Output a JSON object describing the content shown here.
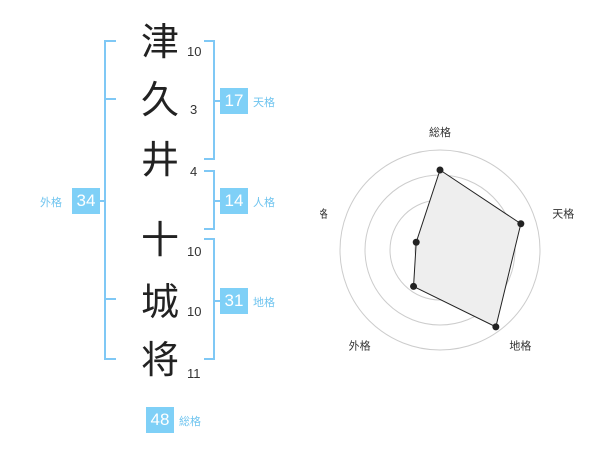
{
  "name": {
    "surname": [
      {
        "char": "津",
        "strokes": "10"
      },
      {
        "char": "久",
        "strokes": "3"
      },
      {
        "char": "井",
        "strokes": "4"
      }
    ],
    "given": [
      {
        "char": "十",
        "strokes": "10"
      },
      {
        "char": "城",
        "strokes": "10"
      },
      {
        "char": "将",
        "strokes": "11"
      }
    ]
  },
  "fortunes": {
    "tenkaku": {
      "value": "17",
      "label": "天格"
    },
    "jinkaku": {
      "value": "14",
      "label": "人格"
    },
    "chikaku": {
      "value": "31",
      "label": "地格"
    },
    "gaikaku": {
      "value": "34",
      "label": "外格"
    },
    "soukaku": {
      "value": "48",
      "label": "総格"
    }
  },
  "chart_data": {
    "type": "radar",
    "axes": [
      "総格",
      "天格",
      "地格",
      "外格",
      "人格"
    ],
    "values": [
      0.8,
      0.85,
      0.95,
      0.45,
      0.25
    ],
    "rings": 4,
    "colors": {
      "fill": "#eeeeee",
      "line": "#222222",
      "ring": "#cccccc",
      "point": "#222222"
    }
  },
  "colors": {
    "accent": "#7fd0f7",
    "bracket": "#7fc8f5",
    "label": "#6fc4ef"
  }
}
